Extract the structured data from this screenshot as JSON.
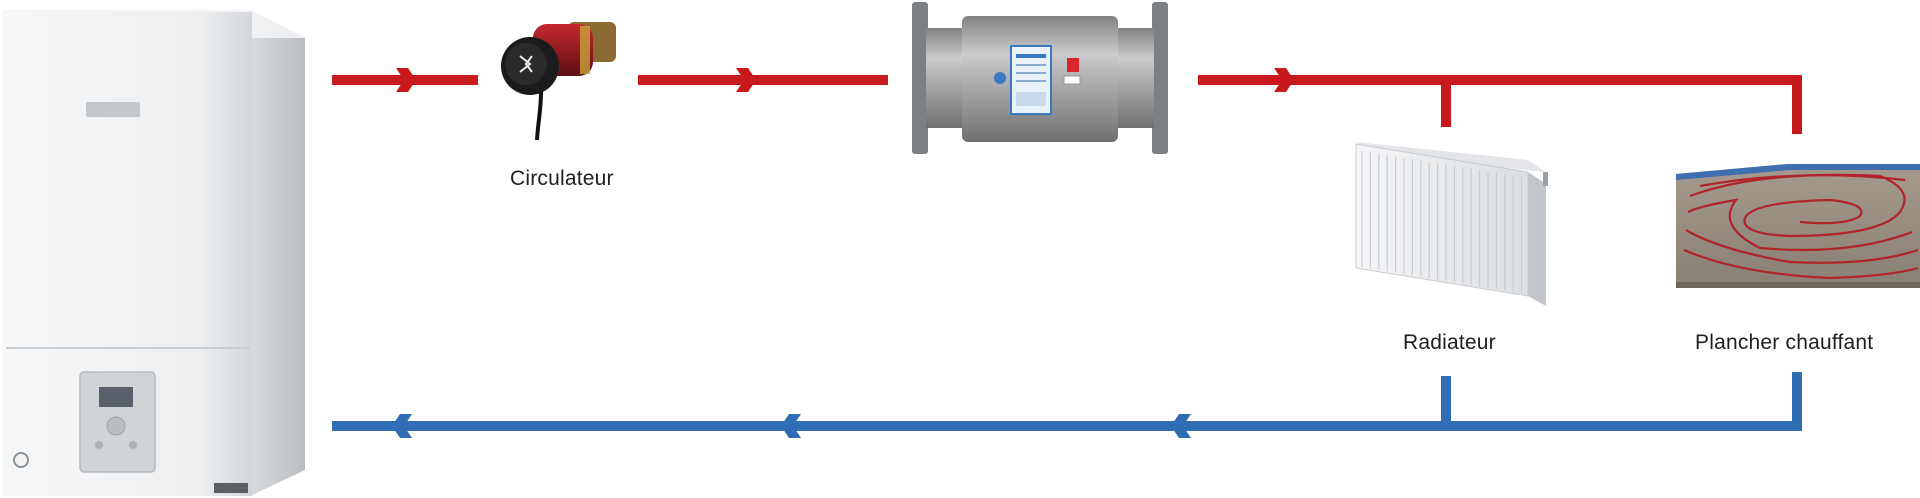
{
  "labels": {
    "circulator": "Circulateur",
    "radiator": "Radiateur",
    "floor_heating": "Plancher chauffant"
  },
  "colors": {
    "supply_pipe": "#c8191f",
    "return_pipe": "#2f6db5",
    "boiler_body": "#eef0f2",
    "pump_accent": "#9b1b1e",
    "filter_body": "#a3a5a7"
  },
  "icons": [
    "boiler-icon",
    "circulator-pump-icon",
    "magnetic-filter-icon",
    "radiator-icon",
    "underfloor-heating-icon"
  ]
}
